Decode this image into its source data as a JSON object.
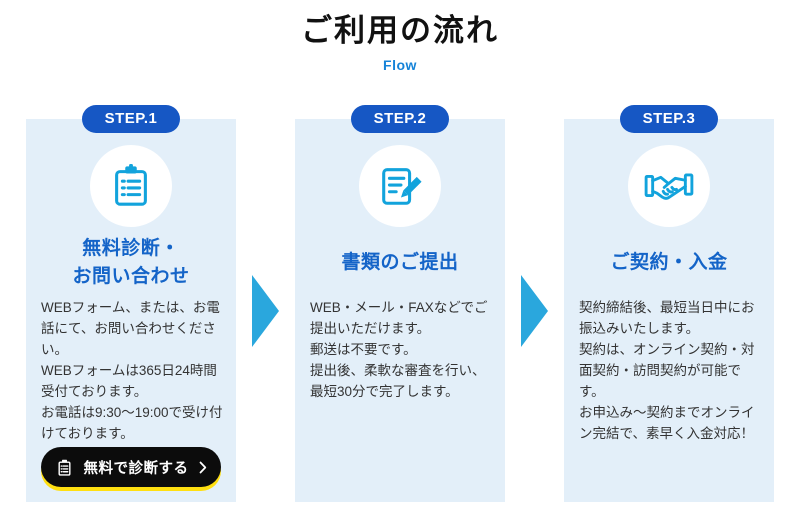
{
  "header": {
    "title": "ご利用の流れ",
    "subtitle": "Flow"
  },
  "steps": [
    {
      "badge": "STEP.1",
      "icon": "clipboard-icon",
      "title": "無料診断・\nお問い合わせ",
      "body": "WEBフォーム、または、お電話にて、お問い合わせください。\nWEBフォームは365日24時間受付ております。\nお電話は9:30〜19:00で受け付けております。",
      "cta_label": "無料で診断する"
    },
    {
      "badge": "STEP.2",
      "icon": "document-edit-icon",
      "title": "書類のご提出",
      "body": "WEB・メール・FAXなどでご提出いただけます。\n郵送は不要です。\n提出後、柔軟な審査を行い、最短30分で完了します。"
    },
    {
      "badge": "STEP.3",
      "icon": "handshake-icon",
      "title": "ご契約・入金",
      "body": "契約締結後、最短当日中にお振込みいたします。\n契約は、オンライン契約・対面契約・訪問契約が可能です。\nお申込み〜契約までオンライン完結で、素早く入金対応！"
    }
  ],
  "colors": {
    "badge_blue": "#1657c4",
    "title_blue": "#1464c8",
    "subtitle_blue": "#1583d8",
    "icon_cyan": "#12a3dc",
    "arrow_cyan": "#2aa7dd",
    "card_bg": "#e3eff9",
    "cta_black": "#0c0c0c",
    "cta_yellow": "#ffdf10"
  }
}
